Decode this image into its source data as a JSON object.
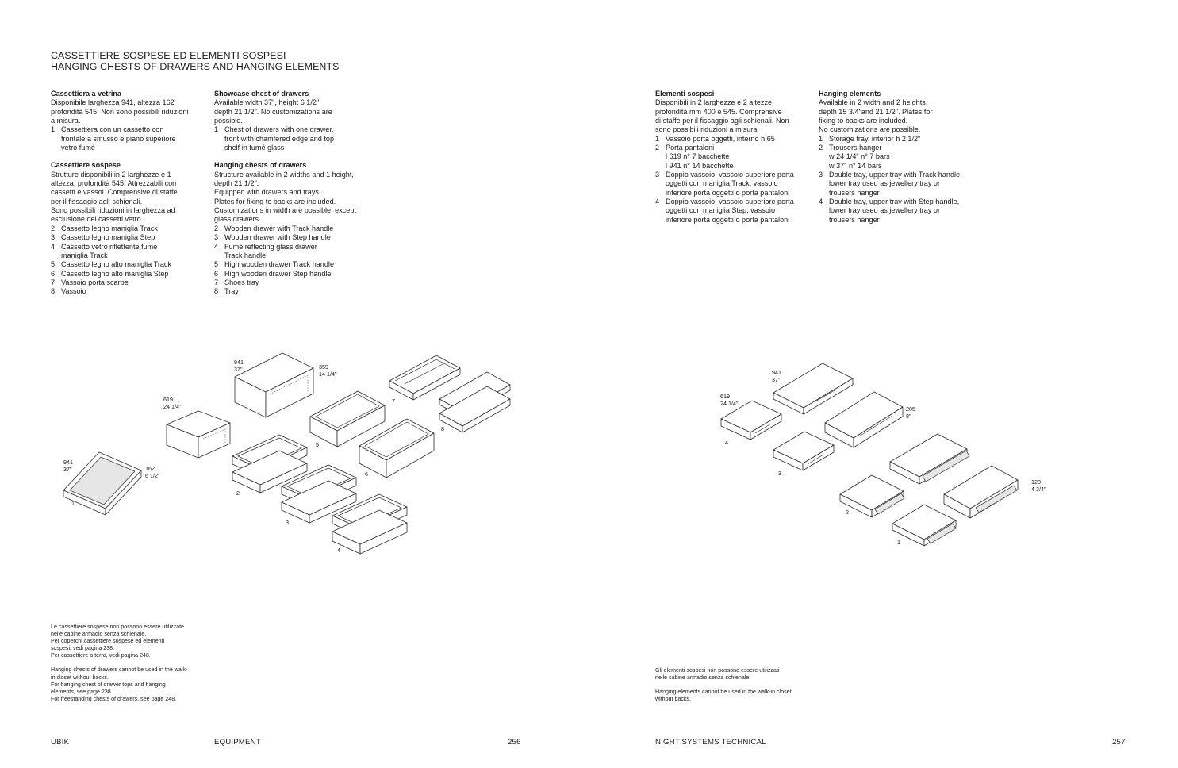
{
  "title": {
    "line1": "CASSETTIERE SOSPESE ED ELEMENTI SOSPESI",
    "line2": "HANGING CHESTS OF DRAWERS AND HANGING ELEMENTS"
  },
  "col1": {
    "sec1": {
      "heading": "Cassettiera a vetrina",
      "text": [
        "Disponibile larghezza 941, altezza 162",
        "profondità 545. Non sono possibili riduzioni",
        "a misura."
      ],
      "items": [
        {
          "n": "1",
          "lines": [
            "Cassettiera con un cassetto con",
            "frontale a smusso e piano superiore",
            "vetro fumé"
          ]
        }
      ]
    },
    "sec2": {
      "heading": "Cassettiere sospese",
      "text": [
        "Strutture disponibili in 2 larghezze e 1",
        "altezza, profondità 545. Attrezzabili con",
        "cassetti e vassoi. Comprensive di staffe",
        "per il fissaggio agli schienali.",
        "Sono possibili riduzioni in larghezza ad",
        "esclusione dei cassetti vetro."
      ],
      "items": [
        {
          "n": "2",
          "lines": [
            "Cassetto legno maniglia Track"
          ]
        },
        {
          "n": "3",
          "lines": [
            "Cassetto legno maniglia Step"
          ]
        },
        {
          "n": "4",
          "lines": [
            "Cassetto vetro riflettente fumé",
            "maniglia Track"
          ]
        },
        {
          "n": "5",
          "lines": [
            "Cassetto legno alto maniglia Track"
          ]
        },
        {
          "n": "6",
          "lines": [
            "Cassetto legno alto maniglia Step"
          ]
        },
        {
          "n": "7",
          "lines": [
            "Vassoio porta scarpe"
          ]
        },
        {
          "n": "8",
          "lines": [
            "Vassoio"
          ]
        }
      ]
    }
  },
  "col2": {
    "sec1": {
      "heading": "Showcase chest of drawers",
      "text": [
        "Available width 37\", height 6 1/2\"",
        "depth 21 1/2\". No customizations are",
        "possible."
      ],
      "items": [
        {
          "n": "1",
          "lines": [
            "Chest of drawers with one drawer,",
            "front with chamfered edge and top",
            "shelf in fumé glass"
          ]
        }
      ]
    },
    "sec2": {
      "heading": "Hanging chests of drawers",
      "text": [
        "Structure available in 2 widths and 1 height,",
        "depth 21 1/2\".",
        "Equipped with drawers and trays.",
        "Plates for fixing to backs are included.",
        "Customizations in width are possible, except",
        "glass drawers."
      ],
      "items": [
        {
          "n": "2",
          "lines": [
            "Wooden drawer with Track handle"
          ]
        },
        {
          "n": "3",
          "lines": [
            "Wooden drawer with Step handle"
          ]
        },
        {
          "n": "4",
          "lines": [
            "Fumé reflecting glass drawer",
            "Track handle"
          ]
        },
        {
          "n": "5",
          "lines": [
            "High wooden drawer Track handle"
          ]
        },
        {
          "n": "6",
          "lines": [
            "High wooden drawer Step handle"
          ]
        },
        {
          "n": "7",
          "lines": [
            "Shoes tray"
          ]
        },
        {
          "n": "8",
          "lines": [
            "Tray"
          ]
        }
      ]
    }
  },
  "col3": {
    "sec1": {
      "heading": "Elementi sospesi",
      "text": [
        "Disponibili in 2 larghezze e 2 altezze,",
        "profondità mm 400 e 545. Comprensive",
        "di staffe per il fissaggio agli schienali. Non",
        "sono possibili riduzioni a misura."
      ],
      "items": [
        {
          "n": "1",
          "lines": [
            "Vassoio porta oggetti, interno h 65"
          ]
        },
        {
          "n": "2",
          "lines": [
            "Porta pantaloni",
            "l 619 n° 7 bacchette",
            "l 941 n° 14 bacchette"
          ]
        },
        {
          "n": "3",
          "lines": [
            "Doppio vassoio, vassoio superiore porta",
            "oggetti con maniglia Track, vassoio",
            "inferiore porta oggetti o porta pantaloni"
          ]
        },
        {
          "n": "4",
          "lines": [
            "Doppio vassoio, vassoio superiore porta",
            "oggetti con maniglia Step, vassoio",
            "inferiore porta oggetti o porta pantaloni"
          ]
        }
      ]
    }
  },
  "col4": {
    "sec1": {
      "heading": "Hanging elements",
      "text": [
        "Available in 2 width and 2 heights,",
        "depth 15 3/4\"and 21 1/2\". Plates for",
        "fixing to backs are included.",
        "No customizations are possible."
      ],
      "items": [
        {
          "n": "1",
          "lines": [
            "Storage tray, interior h 2 1/2\""
          ]
        },
        {
          "n": "2",
          "lines": [
            "Trousers hanger",
            "w 24 1/4\" n° 7 bars",
            "w 37\" n° 14 bars"
          ]
        },
        {
          "n": "3",
          "lines": [
            "Double tray, upper tray with Track handle,",
            "lower tray used as jewellery tray or",
            "trousers hanger"
          ]
        },
        {
          "n": "4",
          "lines": [
            "Double tray, upper tray with Step handle,",
            "lower tray used as jewellery tray or",
            "trousers hanger"
          ]
        }
      ]
    }
  },
  "note_left": {
    "it": [
      "Le cassettiere sospese non possono essere utilizzate",
      "nelle cabine armadio senza schienale.",
      "Per coperchi cassettiere sospese ed elementi",
      "sospesi, vedi pagina 238.",
      "Per cassettiere a terra, vedi pagina 248."
    ],
    "en": [
      "Hanging chests of drawers cannot be used in the walk-",
      "in closet without backs.",
      "For hanging chest of drawer tops and hanging",
      "elements, see page 238.",
      "For freestanding chests of drawers, see page 248."
    ]
  },
  "note_right": {
    "it": [
      "Gli elementi sospesi non possono essere utilizzati",
      "nelle cabine armadio senza schienale."
    ],
    "en": [
      "Hanging elements cannot be used in the walk-in closet",
      "without backs."
    ]
  },
  "drawing_left": {
    "dims": {
      "d941a": "941",
      "d941b": "37\"",
      "d162a": "162",
      "d162b": "6 1/2\"",
      "d619a": "619",
      "d619b": "24 1/4\"",
      "d941c": "941",
      "d941d": "37\"",
      "d359a": "359",
      "d359b": "14 1/4\""
    },
    "labels": {
      "l1": "1",
      "l2": "2",
      "l3": "3",
      "l4": "4",
      "l5": "5",
      "l6": "6",
      "l7": "7",
      "l8": "8"
    }
  },
  "drawing_right": {
    "dims": {
      "d941a": "941",
      "d941b": "37\"",
      "d619a": "619",
      "d619b": "24 1/4\"",
      "d205a": "205",
      "d205b": "8\"",
      "d120a": "120",
      "d120b": "4 3/4\""
    },
    "labels": {
      "l1": "1",
      "l2": "2",
      "l3": "3",
      "l4": "4"
    }
  },
  "footer": {
    "brand": "UBIK",
    "section": "EQUIPMENT",
    "page_left": "256",
    "section_right": "NIGHT SYSTEMS TECHNICAL",
    "page_right": "257"
  }
}
